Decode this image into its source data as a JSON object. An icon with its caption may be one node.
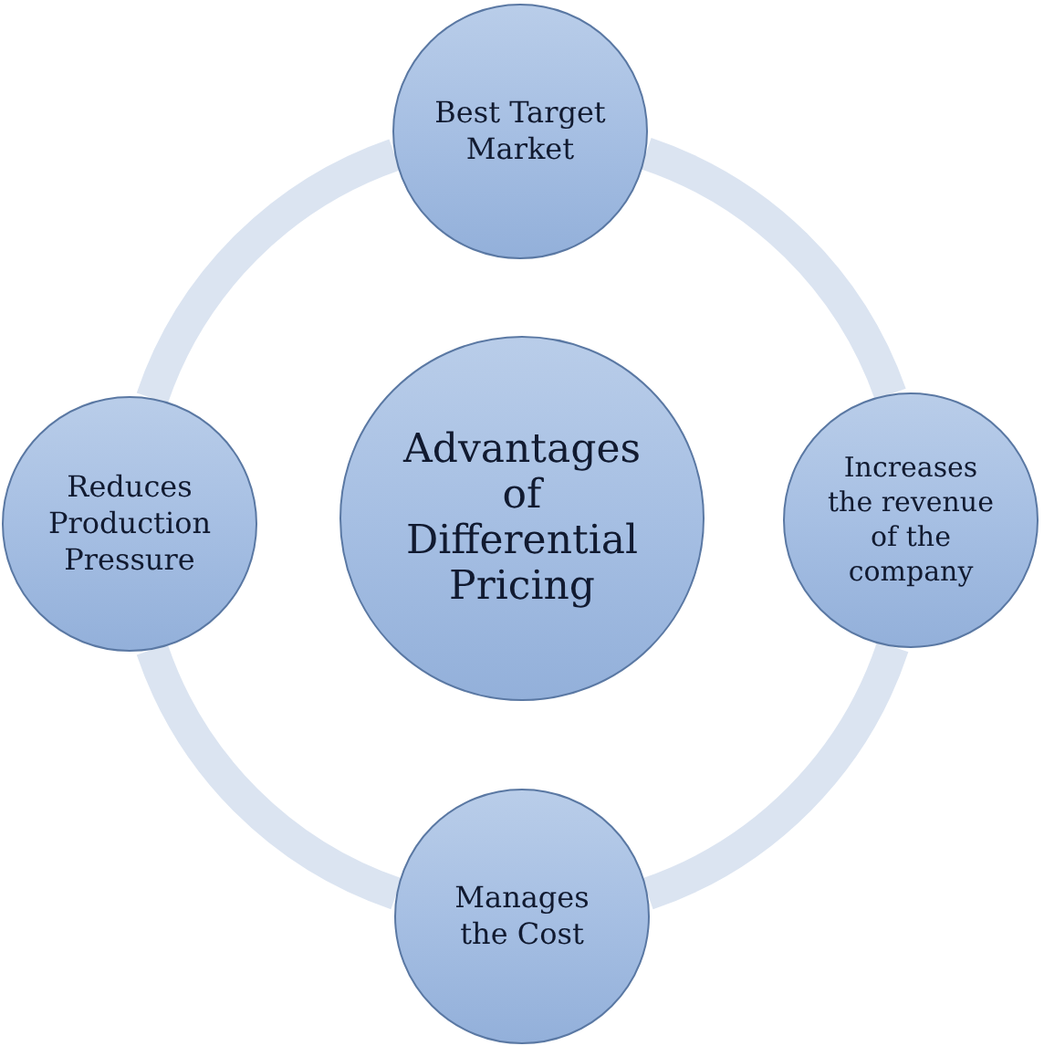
{
  "diagram": {
    "nodes": [
      {
        "text": [
          "Best Target Market"
        ]
      },
      {
        "text": [
          "Reduces Production Pressure"
        ]
      },
      {
        "text": [
          "Advantages of Differential Pricing"
        ]
      },
      {
        "text": [
          "Increases the revenue of the company"
        ]
      },
      {
        "text": [
          "Manages the Cost"
        ]
      }
    ],
    "edges": [
      {
        "from": 0,
        "to": 3,
        "arrow": "none"
      },
      {
        "from": 3,
        "to": 4,
        "arrow": "none"
      },
      {
        "from": 4,
        "to": 1,
        "arrow": "none"
      },
      {
        "from": 1,
        "to": 0,
        "arrow": "none"
      }
    ]
  }
}
